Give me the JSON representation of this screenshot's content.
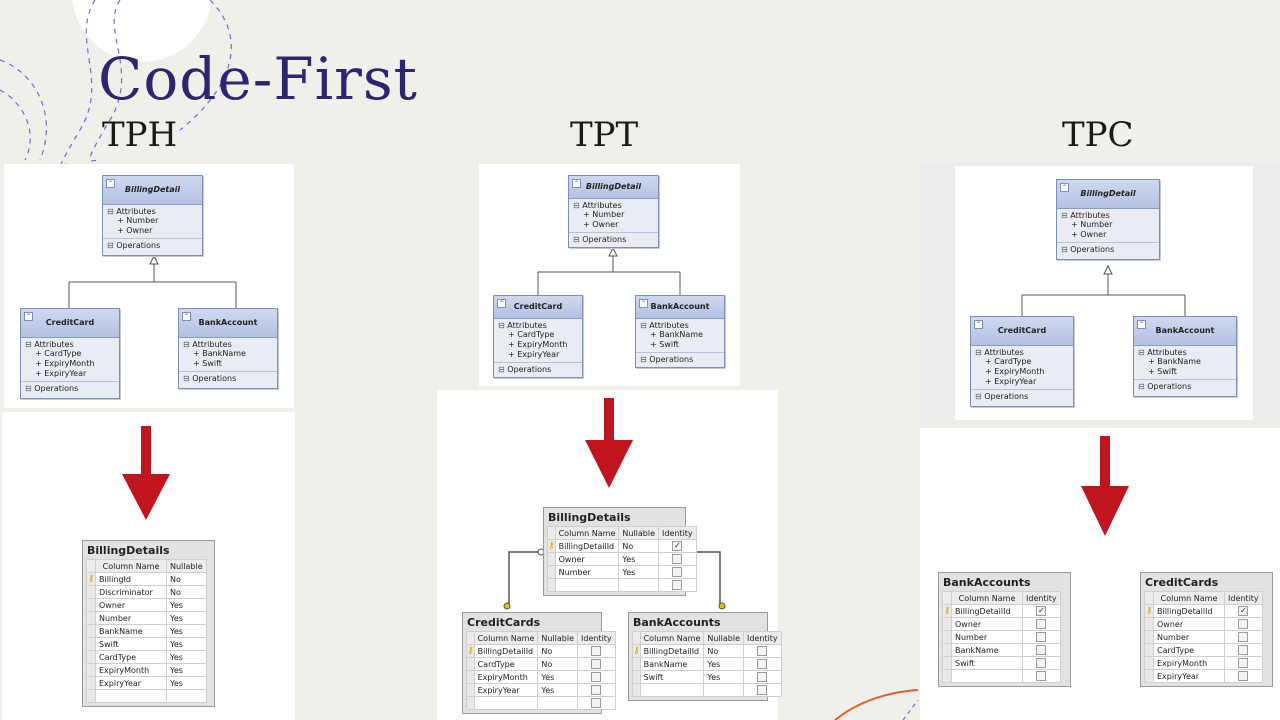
{
  "title": "Code-First",
  "strategies": [
    "TPH",
    "TPT",
    "TPC"
  ],
  "uml": {
    "base": {
      "name": "BillingDetail",
      "attributes_label": "Attributes",
      "attributes": [
        "+ Number",
        "+ Owner"
      ],
      "operations_label": "Operations"
    },
    "credit": {
      "name": "CreditCard",
      "attributes_label": "Attributes",
      "attributes": [
        "+ CardType",
        "+ ExpiryMonth",
        "+ ExpiryYear"
      ],
      "operations_label": "Operations"
    },
    "bank": {
      "name": "BankAccount",
      "attributes_label": "Attributes",
      "attributes": [
        "+ BankName",
        "+ Swift"
      ],
      "operations_label": "Operations"
    }
  },
  "tph_table": {
    "name": "BillingDetails",
    "headers": [
      "Column Name",
      "Nullable"
    ],
    "rows": [
      [
        "BillingId",
        "No"
      ],
      [
        "Discriminator",
        "No"
      ],
      [
        "Owner",
        "Yes"
      ],
      [
        "Number",
        "Yes"
      ],
      [
        "BankName",
        "Yes"
      ],
      [
        "Swift",
        "Yes"
      ],
      [
        "CardType",
        "Yes"
      ],
      [
        "ExpiryMonth",
        "Yes"
      ],
      [
        "ExpiryYear",
        "Yes"
      ]
    ]
  },
  "tpt_tables": {
    "billing": {
      "name": "BillingDetails",
      "headers": [
        "Column Name",
        "Nullable",
        "Identity"
      ],
      "rows": [
        [
          "BillingDetailId",
          "No"
        ],
        [
          "Owner",
          "Yes"
        ],
        [
          "Number",
          "Yes"
        ]
      ]
    },
    "credit": {
      "name": "CreditCards",
      "headers": [
        "Column Name",
        "Nullable",
        "Identity"
      ],
      "rows": [
        [
          "BillingDetailId",
          "No"
        ],
        [
          "CardType",
          "No"
        ],
        [
          "ExpiryMonth",
          "Yes"
        ],
        [
          "ExpiryYear",
          "Yes"
        ]
      ]
    },
    "bank": {
      "name": "BankAccounts",
      "headers": [
        "Column Name",
        "Nullable",
        "Identity"
      ],
      "rows": [
        [
          "BillingDetailId",
          "No"
        ],
        [
          "BankName",
          "Yes"
        ],
        [
          "Swift",
          "Yes"
        ]
      ]
    }
  },
  "tpc_tables": {
    "bank": {
      "name": "BankAccounts",
      "headers": [
        "Column Name",
        "Identity"
      ],
      "rows": [
        "BillingDetailId",
        "Owner",
        "Number",
        "BankName",
        "Swift"
      ]
    },
    "credit": {
      "name": "CreditCards",
      "headers": [
        "Column Name",
        "Identity"
      ],
      "rows": [
        "BillingDetailId",
        "Owner",
        "Number",
        "CardType",
        "ExpiryMonth",
        "ExpiryYear"
      ]
    }
  },
  "colors": {
    "title": "#2d2472",
    "arrow": "#c0141e",
    "uml_header": "#b3c1e3"
  }
}
